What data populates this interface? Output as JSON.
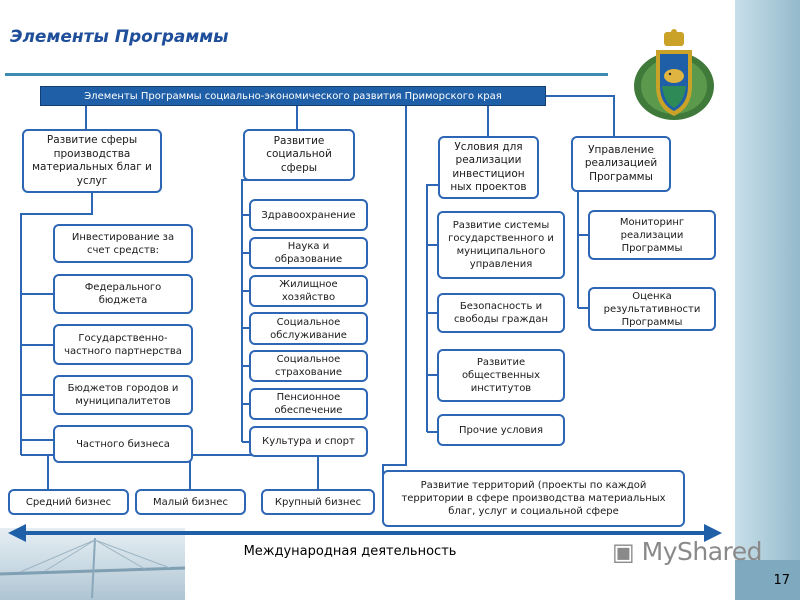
{
  "slide": {
    "title": "Элементы Программы",
    "page_number": "17",
    "international": "Международная деятельность",
    "watermark": "MyShared"
  },
  "diagram": {
    "header": "Элементы Программы социально-экономического развития Приморского края",
    "col1": {
      "head": "Развитие сферы производства материальных благ и услуг",
      "items": [
        "Инвестирование за счет средств:",
        "Федерального бюджета",
        "Государственно-частного партнерства",
        "Бюджетов городов и муниципалитетов",
        "Частного бизнеса"
      ],
      "business": [
        "Средний бизнес",
        "Малый бизнес",
        "Крупный бизнес"
      ]
    },
    "col2": {
      "head": "Развитие социальной сферы",
      "items": [
        "Здравоохранение",
        "Наука и образование",
        "Жилищное хозяйство",
        "Социальное обслуживание",
        "Социальное страхование",
        "Пенсионное обеспечение",
        "Культура и спорт"
      ]
    },
    "col3": {
      "head": "Условия для реализации инвестицион ных проектов",
      "items": [
        "Развитие системы государственного и муниципального управления",
        "Безопасность и свободы граждан",
        "Развитие общественных институтов",
        "Прочие условия"
      ]
    },
    "col4": {
      "head": "Управление реализацией Программы",
      "items": [
        "Мониторинг реализации Программы",
        "Оценка результативности Программы"
      ]
    },
    "territories": "Развитие территорий (проекты по каждой территории в сфере производства материальных благ, услуг и социальной сфере"
  },
  "colors": {
    "accent": "#1f5fa8",
    "box_border": "#2c66b5",
    "title": "#1f4e9a",
    "side_strip": "#a9c9d8"
  }
}
